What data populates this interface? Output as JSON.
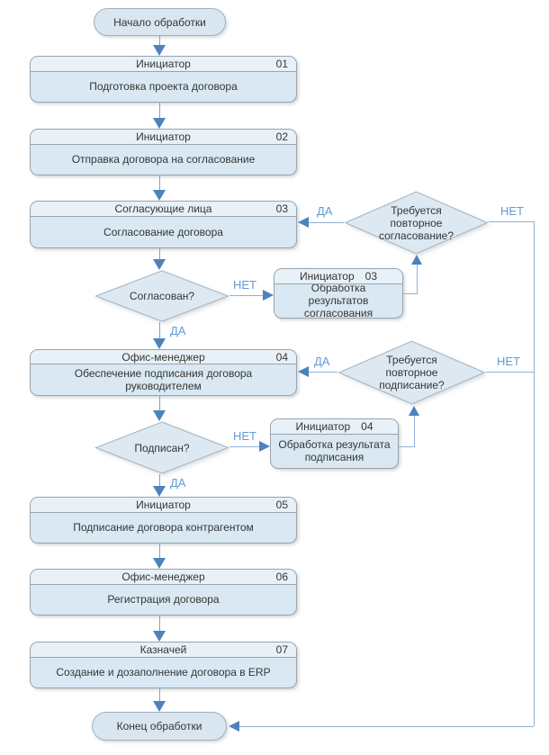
{
  "flowchart": {
    "terminals": {
      "start": "Начало обработки",
      "end": "Конец обработки"
    },
    "edge_labels": {
      "yes": "ДА",
      "no": "НЕТ"
    },
    "steps": {
      "s1": {
        "role": "Инициатор",
        "num": "01",
        "task": "Подготовка проекта договора"
      },
      "s2": {
        "role": "Инициатор",
        "num": "02",
        "task": "Отправка договора на согласование"
      },
      "s3": {
        "role": "Согласующие лица",
        "num": "03",
        "task": "Согласование договора"
      },
      "s3r": {
        "role": "Инициатор",
        "num": "03",
        "task": "Обработка результатов согласования"
      },
      "s4": {
        "role": "Офис-менеджер",
        "num": "04",
        "task": "Обеспечение подписания договора руководителем"
      },
      "s4r": {
        "role": "Инициатор",
        "num": "04",
        "task": "Обработка результата подписания"
      },
      "s5": {
        "role": "Инициатор",
        "num": "05",
        "task": "Подписание договора контрагентом"
      },
      "s6": {
        "role": "Офис-менеджер",
        "num": "06",
        "task": "Регистрация договора"
      },
      "s7": {
        "role": "Казначей",
        "num": "07",
        "task": "Создание и дозаполнение договора в ERP"
      }
    },
    "decisions": {
      "agreed": "Согласован?",
      "repeat_agreement": "Требуется повторное согласование?",
      "signed": "Подписан?",
      "repeat_signing": "Требуется повторное подписание?"
    },
    "colors": {
      "node_fill": "#d9e8f2",
      "node_header_fill": "#e8f1f7",
      "node_border": "#9aa4ac",
      "arrow": "#4d82bd",
      "edge_line": "#8fb2d9",
      "edge_label": "#5e9cd6"
    }
  }
}
